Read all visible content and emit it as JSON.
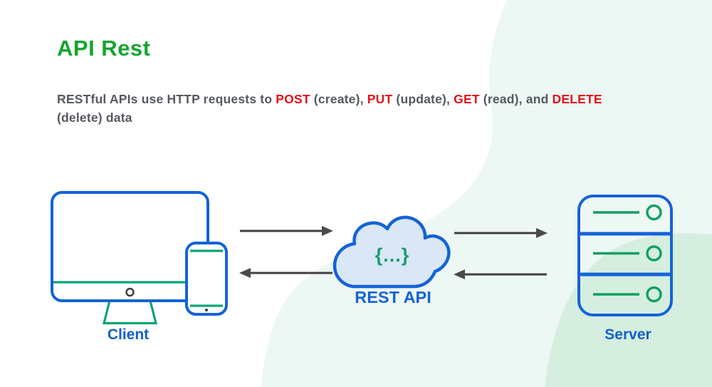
{
  "header": {
    "title": "API Rest",
    "subtitle": {
      "s1": "RESTful APIs use HTTP requests to ",
      "kw_post": "POST",
      "s2": " (create), ",
      "kw_put": "PUT",
      "s3": " (update), ",
      "kw_get": "GET",
      "s4": " (read), and ",
      "kw_delete": "DELETE",
      "line2": "(delete) data"
    }
  },
  "diagram": {
    "client": {
      "label": "Client"
    },
    "api": {
      "glyph": "{...}",
      "label": "REST API"
    },
    "server": {
      "label": "Server"
    }
  },
  "colors": {
    "title_green": "#15a52e",
    "keyword_red": "#e2121a",
    "text_gray": "#55595f",
    "outline_blue": "#1463d7",
    "label_blue": "#1360c6",
    "accent_green": "#0aa478",
    "server_green": "#0f9f62",
    "glyph_green": "#16a06b",
    "arrow_gray": "#3f3f3f",
    "cloud_fill": "#d9e7f7",
    "blob_light": "#edf7f3",
    "blob_dark": "#d5eee0"
  }
}
